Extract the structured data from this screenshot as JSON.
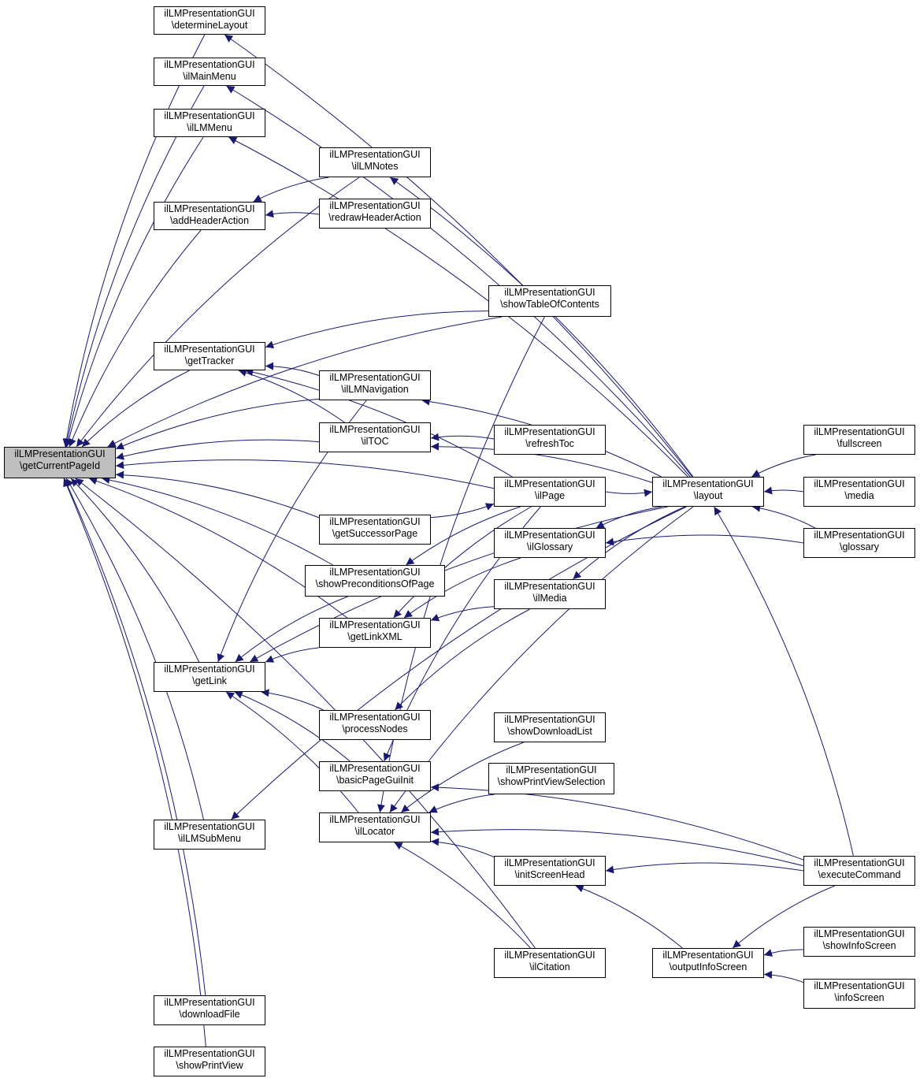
{
  "graph": {
    "colors": {
      "edge": "#191970",
      "node_border": "#000000",
      "root_fill": "#bfbfbf",
      "node_fill": "#ffffff"
    },
    "nodes": [
      {
        "id": "getCurrentPageId",
        "l1": "ilLMPresentationGUI",
        "l2": "\\getCurrentPageId",
        "root": true
      },
      {
        "id": "determineLayout",
        "l1": "ilLMPresentationGUI",
        "l2": "\\determineLayout"
      },
      {
        "id": "ilMainMenu",
        "l1": "ilLMPresentationGUI",
        "l2": "\\ilMainMenu"
      },
      {
        "id": "ilLMMenu",
        "l1": "ilLMPresentationGUI",
        "l2": "\\ilLMMenu"
      },
      {
        "id": "addHeaderAction",
        "l1": "ilLMPresentationGUI",
        "l2": "\\addHeaderAction"
      },
      {
        "id": "getTracker",
        "l1": "ilLMPresentationGUI",
        "l2": "\\getTracker"
      },
      {
        "id": "getLink",
        "l1": "ilLMPresentationGUI",
        "l2": "\\getLink"
      },
      {
        "id": "ilLMSubMenu",
        "l1": "ilLMPresentationGUI",
        "l2": "\\ilLMSubMenu"
      },
      {
        "id": "downloadFile",
        "l1": "ilLMPresentationGUI",
        "l2": "\\downloadFile"
      },
      {
        "id": "showPrintView",
        "l1": "ilLMPresentationGUI",
        "l2": "\\showPrintView"
      },
      {
        "id": "ilLMNotes",
        "l1": "ilLMPresentationGUI",
        "l2": "\\ilLMNotes"
      },
      {
        "id": "redrawHeaderAction",
        "l1": "ilLMPresentationGUI",
        "l2": "\\redrawHeaderAction"
      },
      {
        "id": "ilLMNavigation",
        "l1": "ilLMPresentationGUI",
        "l2": "\\ilLMNavigation"
      },
      {
        "id": "ilTOC",
        "l1": "ilLMPresentationGUI",
        "l2": "\\ilTOC"
      },
      {
        "id": "getSuccessorPage",
        "l1": "ilLMPresentationGUI",
        "l2": "\\getSuccessorPage"
      },
      {
        "id": "showPreconditionsOfPage",
        "l1": "ilLMPresentationGUI",
        "l2": "\\showPreconditionsOfPage"
      },
      {
        "id": "getLinkXML",
        "l1": "ilLMPresentationGUI",
        "l2": "\\getLinkXML"
      },
      {
        "id": "processNodes",
        "l1": "ilLMPresentationGUI",
        "l2": "\\processNodes"
      },
      {
        "id": "basicPageGuiInit",
        "l1": "ilLMPresentationGUI",
        "l2": "\\basicPageGuiInit"
      },
      {
        "id": "ilLocator",
        "l1": "ilLMPresentationGUI",
        "l2": "\\ilLocator"
      },
      {
        "id": "showTableOfContents",
        "l1": "ilLMPresentationGUI",
        "l2": "\\showTableOfContents"
      },
      {
        "id": "refreshToc",
        "l1": "ilLMPresentationGUI",
        "l2": "\\refreshToc"
      },
      {
        "id": "ilPage",
        "l1": "ilLMPresentationGUI",
        "l2": "\\ilPage"
      },
      {
        "id": "ilGlossary",
        "l1": "ilLMPresentationGUI",
        "l2": "\\ilGlossary"
      },
      {
        "id": "ilMedia",
        "l1": "ilLMPresentationGUI",
        "l2": "\\ilMedia"
      },
      {
        "id": "showDownloadList",
        "l1": "ilLMPresentationGUI",
        "l2": "\\showDownloadList"
      },
      {
        "id": "showPrintViewSelection",
        "l1": "ilLMPresentationGUI",
        "l2": "\\showPrintViewSelection"
      },
      {
        "id": "initScreenHead",
        "l1": "ilLMPresentationGUI",
        "l2": "\\initScreenHead"
      },
      {
        "id": "ilCitation",
        "l1": "ilLMPresentationGUI",
        "l2": "\\ilCitation"
      },
      {
        "id": "layout",
        "l1": "ilLMPresentationGUI",
        "l2": "\\layout"
      },
      {
        "id": "outputInfoScreen",
        "l1": "ilLMPresentationGUI",
        "l2": "\\outputInfoScreen"
      },
      {
        "id": "fullscreen",
        "l1": "ilLMPresentationGUI",
        "l2": "\\fullscreen"
      },
      {
        "id": "media",
        "l1": "ilLMPresentationGUI",
        "l2": "\\media"
      },
      {
        "id": "glossary",
        "l1": "ilLMPresentationGUI",
        "l2": "\\glossary"
      },
      {
        "id": "executeCommand",
        "l1": "ilLMPresentationGUI",
        "l2": "\\executeCommand"
      },
      {
        "id": "showInfoScreen",
        "l1": "ilLMPresentationGUI",
        "l2": "\\showInfoScreen"
      },
      {
        "id": "infoScreen",
        "l1": "ilLMPresentationGUI",
        "l2": "\\infoScreen"
      }
    ],
    "edges": [
      [
        "determineLayout",
        "getCurrentPageId"
      ],
      [
        "ilMainMenu",
        "getCurrentPageId"
      ],
      [
        "ilLMMenu",
        "getCurrentPageId"
      ],
      [
        "addHeaderAction",
        "getCurrentPageId"
      ],
      [
        "getTracker",
        "getCurrentPageId"
      ],
      [
        "getLink",
        "getCurrentPageId"
      ],
      [
        "ilLMSubMenu",
        "getCurrentPageId"
      ],
      [
        "downloadFile",
        "getCurrentPageId"
      ],
      [
        "showPrintView",
        "getCurrentPageId"
      ],
      [
        "ilLMNotes",
        "getCurrentPageId"
      ],
      [
        "ilLMNavigation",
        "getCurrentPageId"
      ],
      [
        "ilTOC",
        "getCurrentPageId"
      ],
      [
        "ilPage",
        "getCurrentPageId"
      ],
      [
        "getSuccessorPage",
        "getCurrentPageId"
      ],
      [
        "showPreconditionsOfPage",
        "getCurrentPageId"
      ],
      [
        "getLinkXML",
        "getCurrentPageId"
      ],
      [
        "showTableOfContents",
        "getCurrentPageId"
      ],
      [
        "ilCitation",
        "getCurrentPageId"
      ],
      [
        "layout",
        "determineLayout"
      ],
      [
        "layout",
        "ilMainMenu"
      ],
      [
        "layout",
        "ilLMMenu"
      ],
      [
        "ilLMNotes",
        "addHeaderAction"
      ],
      [
        "redrawHeaderAction",
        "addHeaderAction"
      ],
      [
        "layout",
        "ilLMNotes"
      ],
      [
        "showTableOfContents",
        "getTracker"
      ],
      [
        "ilPage",
        "getTracker"
      ],
      [
        "ilLMNavigation",
        "getTracker"
      ],
      [
        "ilTOC",
        "getTracker"
      ],
      [
        "layout",
        "ilLMNavigation"
      ],
      [
        "layout",
        "ilTOC"
      ],
      [
        "refreshToc",
        "ilTOC"
      ],
      [
        "ilLMNavigation",
        "getLink"
      ],
      [
        "showPreconditionsOfPage",
        "getLink"
      ],
      [
        "getLinkXML",
        "getLink"
      ],
      [
        "layout",
        "getLink"
      ],
      [
        "processNodes",
        "getLink"
      ],
      [
        "basicPageGuiInit",
        "getLink"
      ],
      [
        "ilLocator",
        "getLink"
      ],
      [
        "getSuccessorPage",
        "ilPage"
      ],
      [
        "ilPage",
        "layout"
      ],
      [
        "layout",
        "ilGlossary"
      ],
      [
        "glossary",
        "ilGlossary"
      ],
      [
        "layout",
        "ilMedia"
      ],
      [
        "ilPage",
        "getLinkXML"
      ],
      [
        "ilGlossary",
        "getLinkXML"
      ],
      [
        "ilMedia",
        "getLinkXML"
      ],
      [
        "ilPage",
        "showPreconditionsOfPage"
      ],
      [
        "ilMedia",
        "processNodes"
      ],
      [
        "ilPage",
        "basicPageGuiInit"
      ],
      [
        "executeCommand",
        "basicPageGuiInit"
      ],
      [
        "showTableOfContents",
        "ilLocator"
      ],
      [
        "showDownloadList",
        "ilLocator"
      ],
      [
        "showPrintViewSelection",
        "ilLocator"
      ],
      [
        "layout",
        "ilLocator"
      ],
      [
        "initScreenHead",
        "ilLocator"
      ],
      [
        "executeCommand",
        "ilLocator"
      ],
      [
        "ilCitation",
        "ilLocator"
      ],
      [
        "layout",
        "ilLMSubMenu"
      ],
      [
        "executeCommand",
        "initScreenHead"
      ],
      [
        "outputInfoScreen",
        "initScreenHead"
      ],
      [
        "fullscreen",
        "layout"
      ],
      [
        "media",
        "layout"
      ],
      [
        "glossary",
        "layout"
      ],
      [
        "executeCommand",
        "layout"
      ],
      [
        "executeCommand",
        "outputInfoScreen"
      ],
      [
        "showInfoScreen",
        "outputInfoScreen"
      ],
      [
        "infoScreen",
        "outputInfoScreen"
      ]
    ]
  }
}
